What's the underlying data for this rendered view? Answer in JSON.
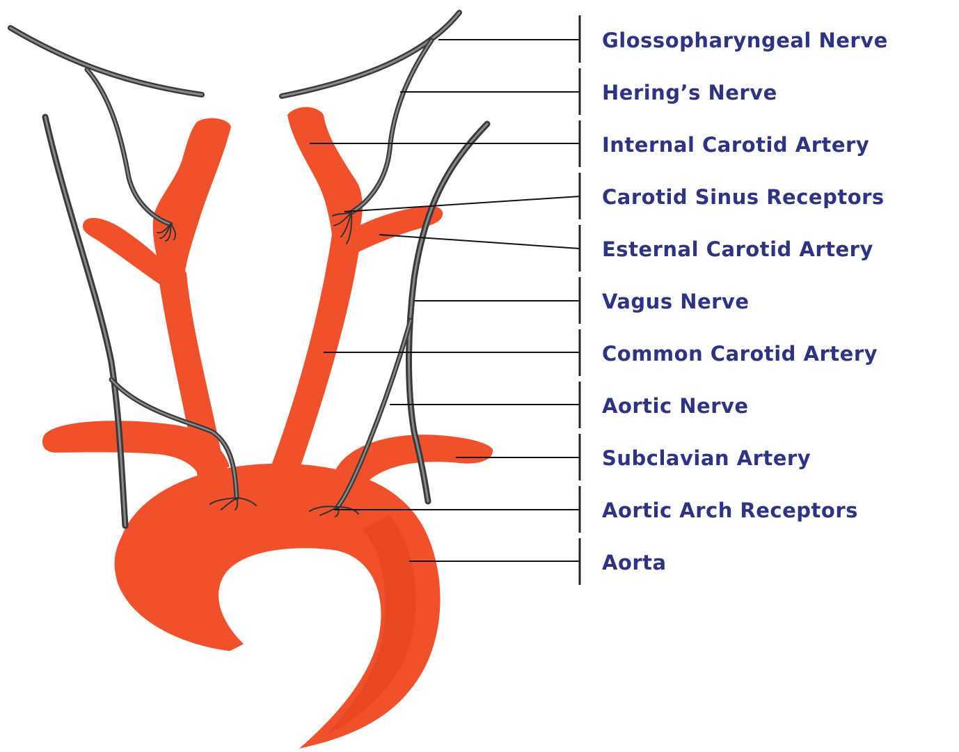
{
  "colors": {
    "artery": "#f0502a",
    "nerve": "#5f5f5f",
    "label": "#2e3384"
  },
  "labels": [
    {
      "id": "glossopharyngeal-nerve",
      "text": "Glossopharyngeal Nerve"
    },
    {
      "id": "herings-nerve",
      "text": "Hering’s Nerve"
    },
    {
      "id": "internal-carotid-artery",
      "text": "Internal Carotid Artery"
    },
    {
      "id": "carotid-sinus-receptors",
      "text": "Carotid Sinus Receptors"
    },
    {
      "id": "external-carotid-artery",
      "text": "Esternal Carotid Artery"
    },
    {
      "id": "vagus-nerve",
      "text": "Vagus Nerve"
    },
    {
      "id": "common-carotid-artery",
      "text": "Common Carotid Artery"
    },
    {
      "id": "aortic-nerve",
      "text": "Aortic Nerve"
    },
    {
      "id": "subclavian-artery",
      "text": "Subclavian Artery"
    },
    {
      "id": "aortic-arch-receptors",
      "text": "Aortic Arch Receptors"
    },
    {
      "id": "aorta",
      "text": "Aorta"
    }
  ]
}
